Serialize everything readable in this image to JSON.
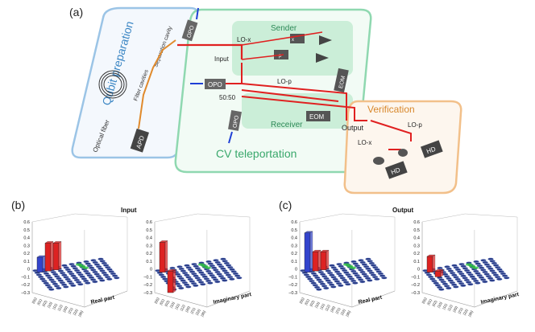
{
  "figure": {
    "panel_a": "(a)",
    "panel_b": "(b)",
    "panel_c": "(c)"
  },
  "setup": {
    "qubit_preparation": "Qubit preparation",
    "cv_teleportation": "CV teleportation",
    "verification": "Verification",
    "sender": "Sender",
    "receiver": "Receiver",
    "input": "Input",
    "output": "Output",
    "opo": "OPO",
    "apd": "APD",
    "eom": "EOM",
    "hd": "HD",
    "lo_x": "LO-x",
    "lo_p": "LO-p",
    "x_label": "x",
    "p_label": "p",
    "split": "50:50",
    "optical_fiber": "Optical fiber",
    "filter_cavities": "Filter cavities",
    "separation_cavity": "Separation cavity"
  },
  "bottom": {
    "input_title": "Input",
    "output_title": "Output",
    "real_part": "Real part",
    "imaginary_part": "Imaginary part",
    "y_ticks": [
      "0.6",
      "0.5",
      "0.4",
      "0.3",
      "0.2",
      "0.1",
      "0",
      "−0.1",
      "−0.2",
      "−0.3"
    ],
    "basis_ticks": [
      "|00⟩",
      "|01⟩",
      "|02⟩",
      "|10⟩",
      "|11⟩",
      "|12⟩",
      "|20⟩",
      "|21⟩",
      "|22⟩",
      "|30⟩"
    ]
  },
  "chart_data": [
    {
      "type": "bar3d",
      "title": "Input",
      "part": "Real part",
      "ylim": [
        -0.3,
        0.6
      ],
      "bars": [
        {
          "value": 0.15,
          "color": "#3344cc"
        },
        {
          "value": 0.33,
          "color": "#dd2222"
        },
        {
          "value": 0.33,
          "color": "#dd2222"
        }
      ]
    },
    {
      "type": "bar3d",
      "title": "Input",
      "part": "Imaginary part",
      "ylim": [
        -0.3,
        0.6
      ],
      "bars": [
        {
          "value": 0.34,
          "color": "#dd2222"
        },
        {
          "value": -0.3,
          "color": "#dd2222"
        }
      ]
    },
    {
      "type": "bar3d",
      "title": "Output",
      "part": "Real part",
      "ylim": [
        -0.3,
        0.6
      ],
      "bars": [
        {
          "value": 0.46,
          "color": "#3344cc"
        },
        {
          "value": 0.22,
          "color": "#dd2222"
        },
        {
          "value": 0.22,
          "color": "#dd2222"
        }
      ]
    },
    {
      "type": "bar3d",
      "title": "Output",
      "part": "Imaginary part",
      "ylim": [
        -0.3,
        0.6
      ],
      "bars": [
        {
          "value": 0.16,
          "color": "#dd2222"
        },
        {
          "value": -0.1,
          "color": "#dd2222"
        }
      ]
    }
  ]
}
